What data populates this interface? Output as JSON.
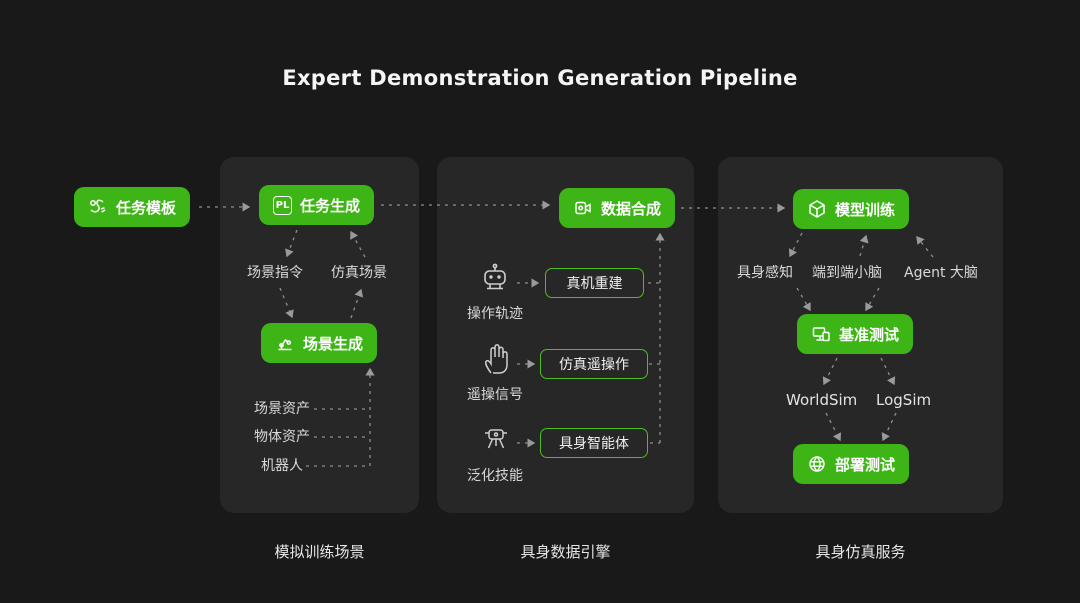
{
  "title": "Expert Demonstration Generation Pipeline",
  "source_node": {
    "label": "任务模板"
  },
  "panels": {
    "sim_training": {
      "caption": "模拟训练场景",
      "task_generation": "任务生成",
      "pl_badge": "PL",
      "scene_instruction": "场景指令",
      "sim_scene": "仿真场景",
      "scene_generation": "场景生成",
      "assets": [
        "场景资产",
        "物体资产",
        "机器人"
      ]
    },
    "data_engine": {
      "caption": "具身数据引擎",
      "data_synthesis": "数据合成",
      "rows": [
        {
          "source_label": "操作轨迹",
          "target": "真机重建"
        },
        {
          "source_label": "遥操信号",
          "target": "仿真遥操作"
        },
        {
          "source_label": "泛化技能",
          "target": "具身智能体"
        }
      ]
    },
    "sim_service": {
      "caption": "具身仿真服务",
      "model_training": "模型训练",
      "brain_labels": [
        "具身感知",
        "端到端小脑",
        "Agent 大脑"
      ],
      "benchmark": "基准测试",
      "sim_labels": [
        "WorldSim",
        "LogSim"
      ],
      "deployment": "部署测试"
    }
  },
  "colors": {
    "accent_green": "#3eb516",
    "background": "#191919",
    "panel": "#272727",
    "connector": "#8f8f8f"
  }
}
